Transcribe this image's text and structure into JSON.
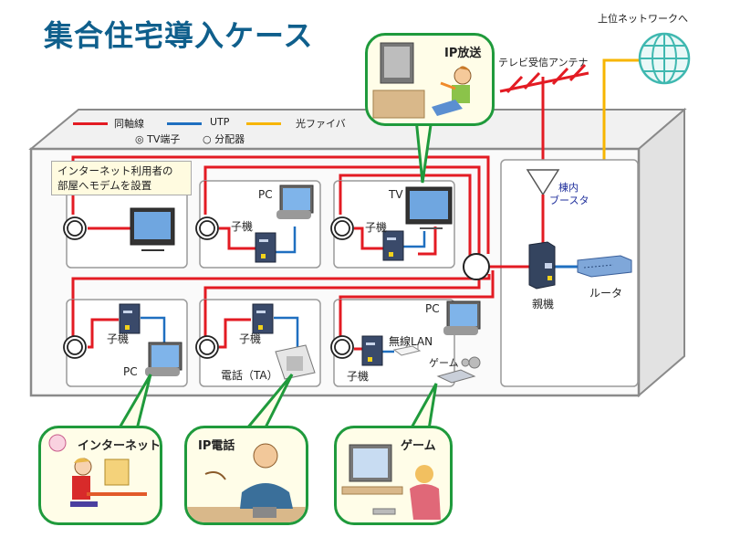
{
  "title": "集合住宅導入ケース",
  "legend": {
    "coax": {
      "label": "同軸線",
      "color": "#e31b23"
    },
    "utp": {
      "label": "UTP",
      "color": "#1f6fc0"
    },
    "fiber": {
      "label": "光ファイバ",
      "color": "#f7b500"
    },
    "tv_outlet": "◎ TV端子",
    "splitter": "○ 分配器"
  },
  "labels": {
    "upper_network": "上位ネットワークへ",
    "antenna": "テレビ受信アンテナ",
    "booster": [
      "棟内",
      "ブースタ"
    ],
    "master": "親機",
    "router": "ルータ",
    "note": [
      "インターネット利用者の",
      "部屋へモデムを設置"
    ],
    "slave": "子機",
    "pc": "PC",
    "tv": "TV",
    "phone": "電話（TA）",
    "wlan": "無線LAN",
    "game": "ゲーム"
  },
  "bubbles": {
    "ip_broadcast": "IP放送",
    "internet": "インターネット",
    "ip_phone": "IP電話",
    "game": "ゲーム"
  },
  "colors": {
    "title": "#0f5f8c",
    "bubble_border": "#1f9a3c",
    "bubble_bg": "#fffde8",
    "globe": "#3fb8b0"
  }
}
